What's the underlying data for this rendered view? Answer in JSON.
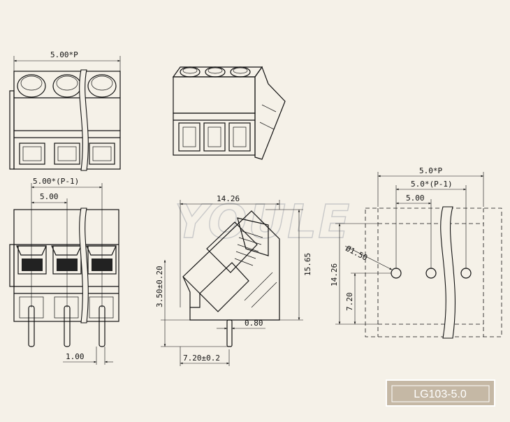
{
  "watermark": "YOULE",
  "model_badge": "LG103-5.0",
  "top_front_view": {
    "pitch_label": "5.00*P"
  },
  "front_view": {
    "span_label": "5.00*(P-1)",
    "pitch_label": "5.00",
    "pin_offset_label": "1.00"
  },
  "side_view": {
    "width_label": "14.26",
    "height_label": "15.65",
    "pin_length_label": "3.50±0.20",
    "pin_thickness_label": "0.80",
    "base_depth_label": "7.20±0.2"
  },
  "pcb_layout": {
    "total_label": "5.0*P",
    "span_label": "5.0*(P-1)",
    "pitch_label": "5.00",
    "hole_label": "Ø1.50",
    "height_label": "14.26",
    "hole_y_label": "7.20"
  },
  "colors": {
    "background": "#f5f1e8",
    "line": "#111111",
    "badge": "#c5b8a5"
  }
}
